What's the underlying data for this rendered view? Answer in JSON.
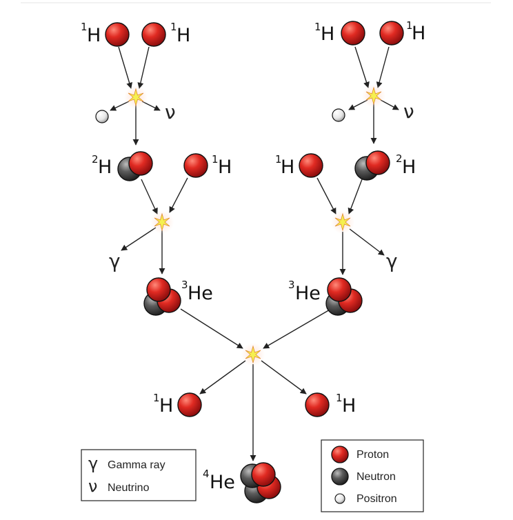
{
  "symbols": {
    "H": "H",
    "He": "He",
    "mass1": "1",
    "mass2": "2",
    "mass3": "3",
    "mass4": "4",
    "gamma": "γ",
    "nu": "ν"
  },
  "legend_left": {
    "gamma_label": "Gamma ray",
    "neutrino_label": "Neutrino"
  },
  "legend_right": {
    "proton_label": "Proton",
    "neutron_label": "Neutron",
    "positron_label": "Positron"
  },
  "colors": {
    "proton": "#d42020",
    "neutron": "#555555",
    "positron": "#eeeeee",
    "flash": "#f5f050"
  }
}
